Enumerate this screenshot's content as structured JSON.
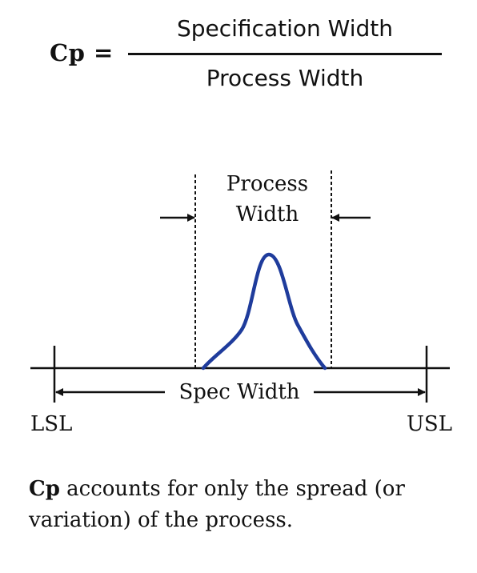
{
  "formula": {
    "lhs": "Cp =",
    "numerator": "Specification Width",
    "denominator": "Process Width"
  },
  "diagram": {
    "process_width_line1": "Process",
    "process_width_line2": "Width",
    "spec_width_label": "Spec Width",
    "lsl_label": "LSL",
    "usl_label": "USL",
    "curve_color": "#1f3c9c"
  },
  "caption": {
    "bold_term": "Cp",
    "text_line1": " accounts for only the spread (or",
    "text_line2": "variation) of the process."
  }
}
